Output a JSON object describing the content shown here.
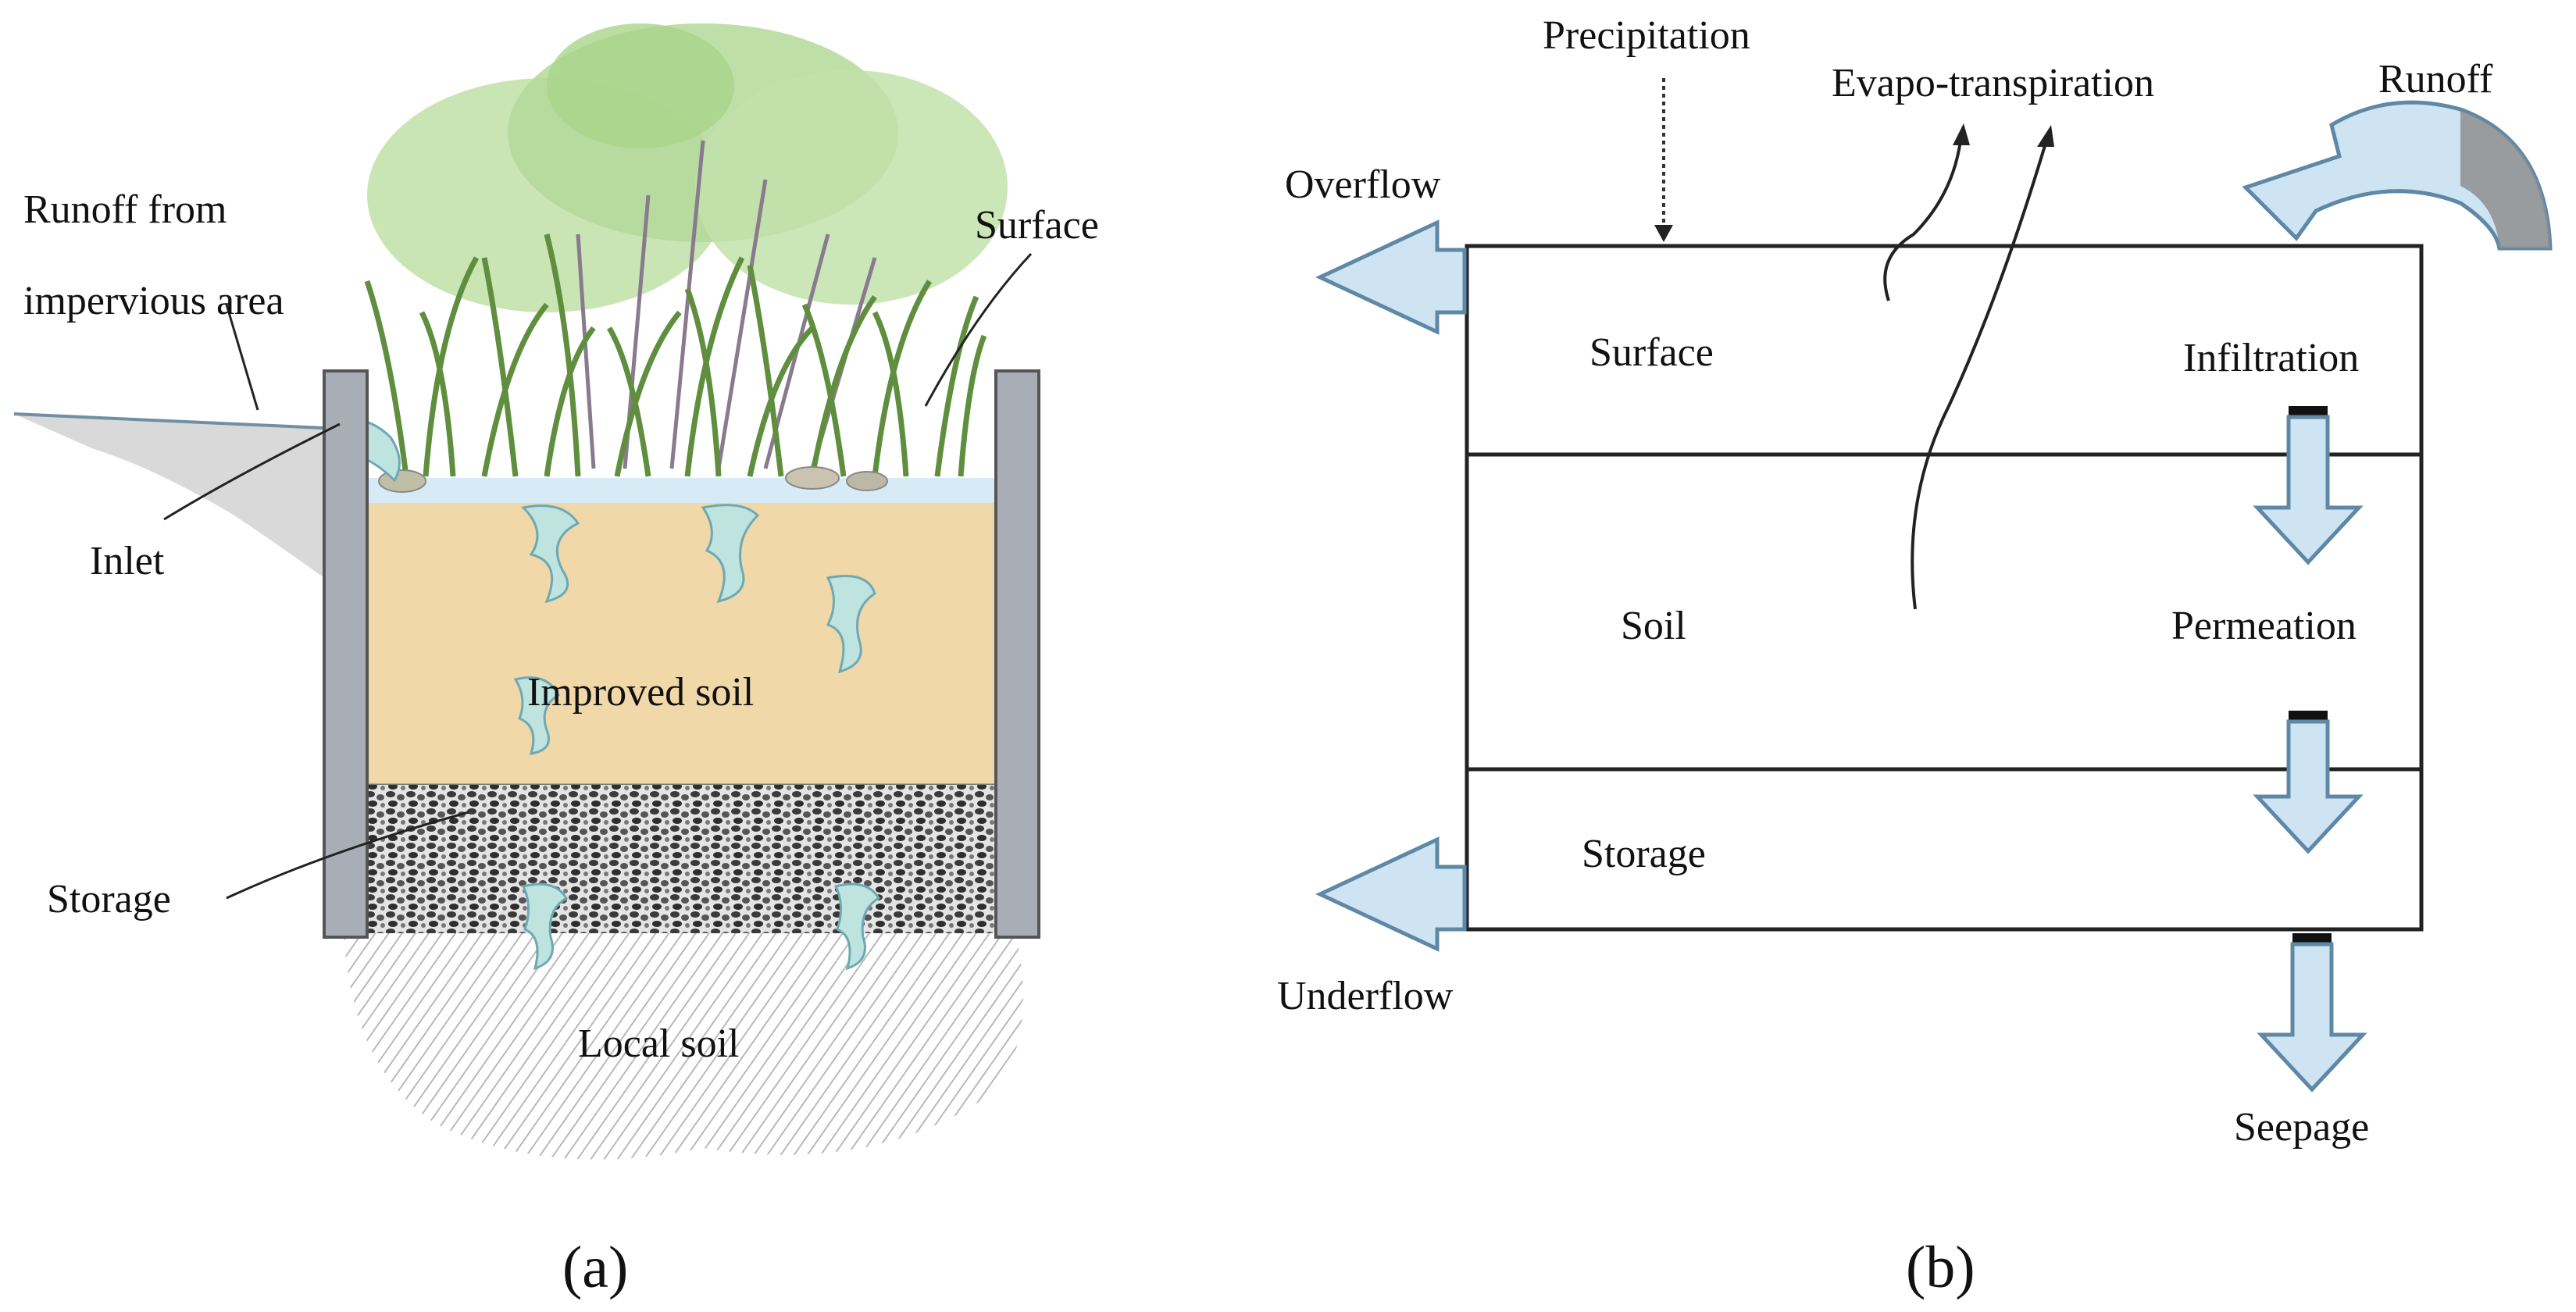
{
  "panel_a": {
    "caption": "(a)",
    "labels": {
      "runoff_line1": "Runoff from",
      "runoff_line2": "impervious area",
      "surface": "Surface",
      "inlet": "Inlet",
      "improved_soil": "Improved soil",
      "storage": "Storage",
      "local_soil": "Local soil"
    }
  },
  "panel_b": {
    "caption": "(b)",
    "labels": {
      "precipitation": "Precipitation",
      "evapotranspiration": "Evapo-transpiration",
      "runoff": "Runoff",
      "overflow": "Overflow",
      "surface": "Surface",
      "infiltration": "Infiltration",
      "soil": "Soil",
      "permeation": "Permeation",
      "storage": "Storage",
      "underflow": "Underflow",
      "seepage": "Seepage"
    }
  },
  "colors": {
    "water": "#cfe4f2",
    "water_stroke": "#5f88a6",
    "soil": "#f1d8a8",
    "gravel": "#6e6e6e",
    "wall": "#a9aeb6",
    "plant": "#5f8f3e",
    "leaf": "#a9d48a"
  }
}
